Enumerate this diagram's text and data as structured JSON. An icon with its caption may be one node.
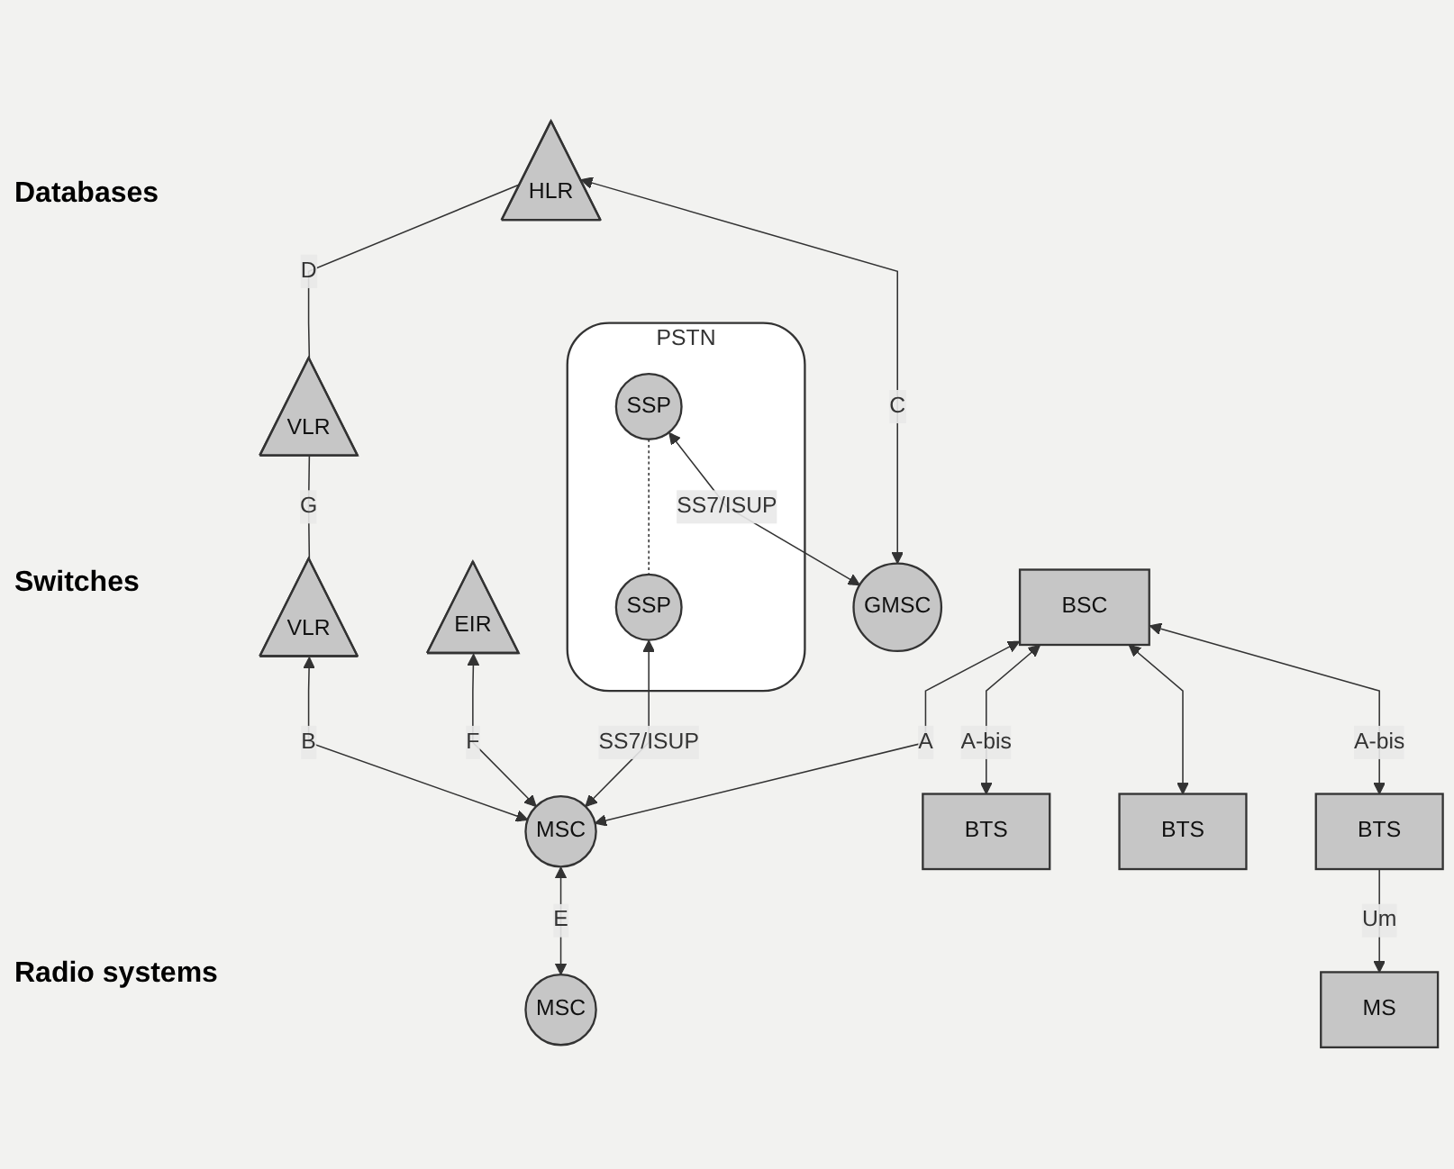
{
  "diagram": {
    "nodes": [
      {
        "text": [
          "HLR"
        ]
      },
      {
        "text": [
          "VLR"
        ]
      },
      {
        "text": [
          "VLR"
        ]
      },
      {
        "text": [
          "EIR"
        ]
      },
      {
        "text": [
          "PSTN"
        ]
      },
      {
        "text": [
          "SSP"
        ],
        "in": 4
      },
      {
        "text": [
          "SSP"
        ],
        "in": 4
      },
      {
        "text": [
          "GMSC"
        ]
      },
      {
        "text": [
          "MSC"
        ]
      },
      {
        "text": [
          "MSC"
        ]
      },
      {
        "text": [
          "BSC"
        ]
      },
      {
        "text": [
          "BTS"
        ]
      },
      {
        "text": [
          "BTS"
        ]
      },
      {
        "text": [
          "BTS"
        ]
      },
      {
        "text": [
          "MS"
        ]
      }
    ],
    "edges": [
      {
        "from": 0,
        "to": 1,
        "arrow": "none",
        "label": "D"
      },
      {
        "from": 1,
        "to": 2,
        "arrow": "none",
        "label": "G"
      },
      {
        "from": 0,
        "to": 7,
        "arrow": "both",
        "label": "C"
      },
      {
        "from": 2,
        "to": 8,
        "arrow": "both",
        "label": "B"
      },
      {
        "from": 3,
        "to": 8,
        "arrow": "both",
        "label": "F"
      },
      {
        "from": 5,
        "to": 7,
        "arrow": "both",
        "label": "SS7/ISUP"
      },
      {
        "from": 5,
        "to": 6,
        "arrow": "none",
        "style": "dashed"
      },
      {
        "from": 6,
        "to": 8,
        "arrow": "both",
        "label": "SS7/ISUP"
      },
      {
        "from": 8,
        "to": 9,
        "arrow": "both",
        "label": "E"
      },
      {
        "from": 10,
        "to": 8,
        "arrow": "both",
        "label": "A"
      },
      {
        "from": 10,
        "to": 11,
        "arrow": "both",
        "label": "A-bis"
      },
      {
        "from": 10,
        "to": 12,
        "arrow": "both"
      },
      {
        "from": 10,
        "to": 13,
        "arrow": "both",
        "label": "A-bis"
      },
      {
        "from": 13,
        "to": 14,
        "arrow": "to",
        "label": "Um"
      }
    ],
    "labels": [
      "Databases",
      "Switches",
      "Radio systems"
    ]
  }
}
